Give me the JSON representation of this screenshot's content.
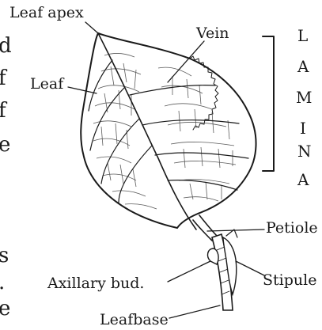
{
  "labels": {
    "leaf_apex": "Leaf apex",
    "vein": "Vein",
    "leaf": "Leaf",
    "petiole": "Petiole",
    "axillary_bud": "Axillary bud.",
    "stipule": "Stipule",
    "leafbase": "Leafbase"
  },
  "lamina_letters": [
    "L",
    "A",
    "M",
    "I",
    "N",
    "A"
  ],
  "left_margin_fragments": [
    "d",
    "f",
    "f",
    "e",
    "s",
    ".",
    "e"
  ]
}
